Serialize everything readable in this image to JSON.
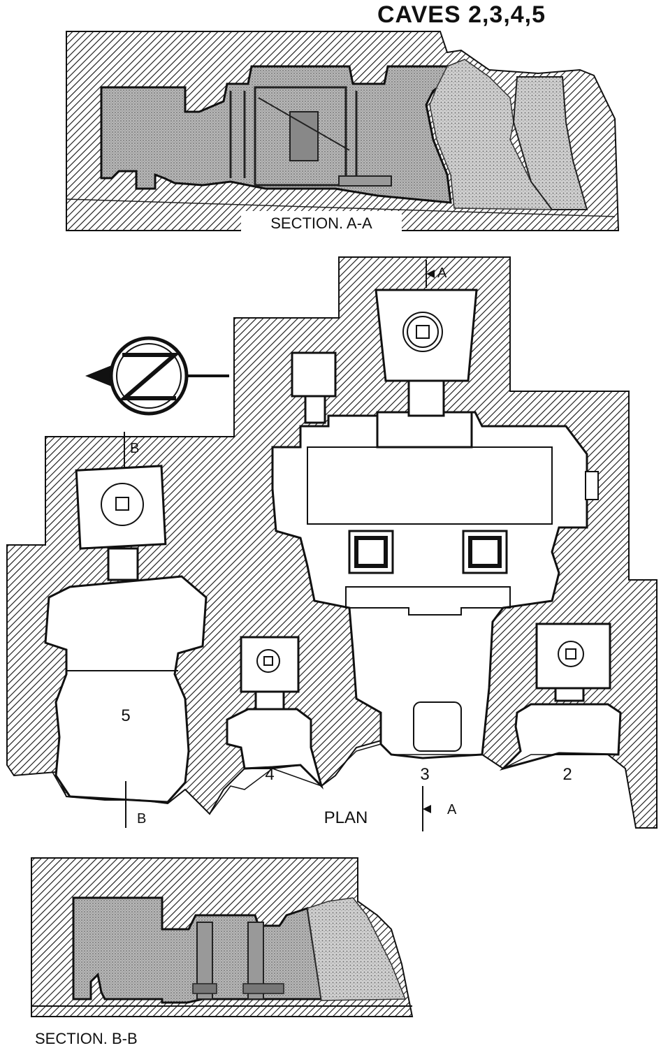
{
  "title": "CAVES 2,3,4,5",
  "section_aa": {
    "label": "SECTION. A-A"
  },
  "plan": {
    "label": "PLAN",
    "cut_markers": {
      "a_top": "A",
      "a_bottom": "A",
      "b_top": "B",
      "b_bottom": "B"
    },
    "caves": [
      {
        "number": "5"
      },
      {
        "number": "4"
      },
      {
        "number": "3"
      },
      {
        "number": "2"
      }
    ]
  },
  "section_bb": {
    "label": "SECTION. B-B"
  },
  "icons": {
    "north_arrow": "north-arrow-icon"
  },
  "colors": {
    "ink": "#111111",
    "paper": "#ffffff",
    "stone": "#bdbdbd"
  }
}
